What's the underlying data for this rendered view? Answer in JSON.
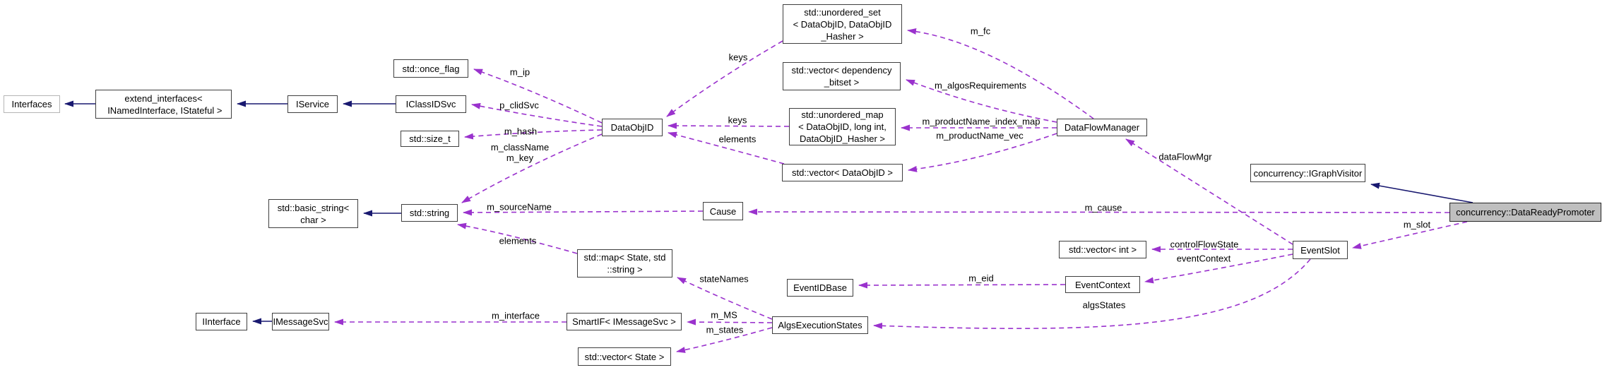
{
  "diagram": {
    "title": "concurrency::DataReadyPromoter collaboration graph",
    "colors": {
      "background": "#ffffff",
      "dashed_edge": "#9a32cd",
      "solid_edge": "#191970",
      "node_border": "#3f3f3f",
      "node_fill": "#ffffff",
      "highlight_fill": "#bfbfbf",
      "light_border": "#b5b5b5",
      "text": "#000000"
    },
    "nodes": [
      {
        "id": "interfaces",
        "label": "Interfaces",
        "style": "light"
      },
      {
        "id": "extend_interfaces",
        "label": "extend_interfaces<\n INamedInterface, IStateful >",
        "style": "normal"
      },
      {
        "id": "iservice",
        "label": "IService",
        "style": "normal"
      },
      {
        "id": "once_flag",
        "label": "std::once_flag",
        "style": "normal"
      },
      {
        "id": "iclassidsvc",
        "label": "IClassIDSvc",
        "style": "normal"
      },
      {
        "id": "size_t",
        "label": "std::size_t",
        "style": "normal"
      },
      {
        "id": "dataobjid",
        "label": "DataObjID",
        "style": "normal"
      },
      {
        "id": "basic_string",
        "label": "std::basic_string<\nchar >",
        "style": "normal"
      },
      {
        "id": "string",
        "label": "std::string",
        "style": "normal"
      },
      {
        "id": "cause",
        "label": "Cause",
        "style": "normal"
      },
      {
        "id": "map_state",
        "label": "std::map< State, std\n::string >",
        "style": "normal"
      },
      {
        "id": "iinterface",
        "label": "IInterface",
        "style": "normal"
      },
      {
        "id": "imessagesvc",
        "label": "IMessageSvc",
        "style": "normal"
      },
      {
        "id": "smartif",
        "label": "SmartIF< IMessageSvc >",
        "style": "normal"
      },
      {
        "id": "vector_state",
        "label": "std::vector< State >",
        "style": "normal"
      },
      {
        "id": "algsexecstates",
        "label": "AlgsExecutionStates",
        "style": "normal"
      },
      {
        "id": "eventidbase",
        "label": "EventIDBase",
        "style": "normal"
      },
      {
        "id": "eventcontext",
        "label": "EventContext",
        "style": "normal"
      },
      {
        "id": "vector_int",
        "label": "std::vector< int >",
        "style": "normal"
      },
      {
        "id": "eventslot",
        "label": "EventSlot",
        "style": "normal"
      },
      {
        "id": "unordered_set",
        "label": "std::unordered_set\n< DataObjID, DataObjID\n_Hasher >",
        "style": "normal"
      },
      {
        "id": "vector_dep",
        "label": "std::vector< dependency\n_bitset >",
        "style": "normal"
      },
      {
        "id": "unordered_map",
        "label": "std::unordered_map\n< DataObjID, long int,\nDataObjID_Hasher >",
        "style": "normal"
      },
      {
        "id": "vector_dataobjid",
        "label": "std::vector< DataObjID >",
        "style": "normal"
      },
      {
        "id": "dataflowmanager",
        "label": "DataFlowManager",
        "style": "normal"
      },
      {
        "id": "igraphvisitor",
        "label": "concurrency::IGraphVisitor",
        "style": "normal"
      },
      {
        "id": "datareadypromoter",
        "label": "concurrency::DataReadyPromoter",
        "style": "highlight"
      }
    ],
    "edges": [
      {
        "from": "extend_interfaces",
        "to": "interfaces",
        "label": "",
        "style": "solid"
      },
      {
        "from": "iservice",
        "to": "extend_interfaces",
        "label": "",
        "style": "solid"
      },
      {
        "from": "iclassidsvc",
        "to": "iservice",
        "label": "",
        "style": "solid"
      },
      {
        "from": "string",
        "to": "basic_string",
        "label": "",
        "style": "solid"
      },
      {
        "from": "imessagesvc",
        "to": "iinterface",
        "label": "",
        "style": "solid"
      },
      {
        "from": "datareadypromoter",
        "to": "igraphvisitor",
        "label": "",
        "style": "solid"
      },
      {
        "from": "dataobjid",
        "to": "once_flag",
        "label": "m_ip",
        "style": "dashed"
      },
      {
        "from": "dataobjid",
        "to": "iclassidsvc",
        "label": "p_clidSvc",
        "style": "dashed"
      },
      {
        "from": "dataobjid",
        "to": "size_t",
        "label": "m_hash",
        "style": "dashed"
      },
      {
        "from": "dataobjid",
        "to": "string",
        "label": "m_className\nm_key",
        "style": "dashed"
      },
      {
        "from": "unordered_set",
        "to": "dataobjid",
        "label": "keys",
        "style": "dashed"
      },
      {
        "from": "unordered_map",
        "to": "dataobjid",
        "label": "keys",
        "style": "dashed"
      },
      {
        "from": "vector_dataobjid",
        "to": "dataobjid",
        "label": "elements",
        "style": "dashed"
      },
      {
        "from": "dataflowmanager",
        "to": "unordered_set",
        "label": "m_fc",
        "style": "dashed"
      },
      {
        "from": "dataflowmanager",
        "to": "vector_dep",
        "label": "m_algosRequirements",
        "style": "dashed"
      },
      {
        "from": "dataflowmanager",
        "to": "unordered_map",
        "label": "m_productName_index_map",
        "style": "dashed"
      },
      {
        "from": "dataflowmanager",
        "to": "vector_dataobjid",
        "label": "m_productName_vec",
        "style": "dashed"
      },
      {
        "from": "eventslot",
        "to": "dataflowmanager",
        "label": "dataFlowMgr",
        "style": "dashed"
      },
      {
        "from": "datareadypromoter",
        "to": "cause",
        "label": "m_cause",
        "style": "dashed"
      },
      {
        "from": "cause",
        "to": "string",
        "label": "m_sourceName",
        "style": "dashed"
      },
      {
        "from": "datareadypromoter",
        "to": "eventslot",
        "label": "m_slot",
        "style": "dashed"
      },
      {
        "from": "eventslot",
        "to": "vector_int",
        "label": "controlFlowState",
        "style": "dashed"
      },
      {
        "from": "eventslot",
        "to": "eventcontext",
        "label": "eventContext",
        "style": "dashed"
      },
      {
        "from": "eventslot",
        "to": "algsexecstates",
        "label": "algsStates",
        "style": "dashed"
      },
      {
        "from": "eventcontext",
        "to": "eventidbase",
        "label": "m_eid",
        "style": "dashed"
      },
      {
        "from": "algsexecstates",
        "to": "map_state",
        "label": "stateNames",
        "style": "dashed"
      },
      {
        "from": "algsexecstates",
        "to": "smartif",
        "label": "m_MS",
        "style": "dashed"
      },
      {
        "from": "algsexecstates",
        "to": "vector_state",
        "label": "m_states",
        "style": "dashed"
      },
      {
        "from": "smartif",
        "to": "imessagesvc",
        "label": "m_interface",
        "style": "dashed"
      },
      {
        "from": "map_state",
        "to": "string",
        "label": "elements",
        "style": "dashed"
      }
    ]
  }
}
